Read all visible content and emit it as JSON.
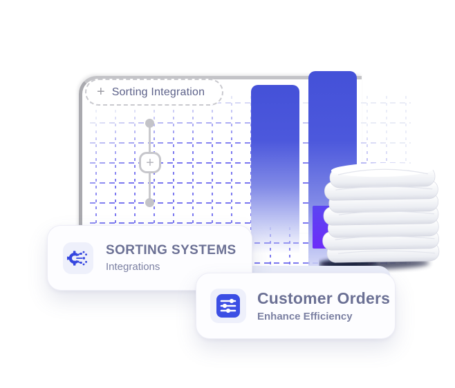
{
  "badge": {
    "plus_glyph": "+",
    "label": "Sorting Integration"
  },
  "timeline": {
    "plus_glyph": "+"
  },
  "cards": {
    "sorting": {
      "icon": "gear-circuit-icon",
      "title": "SORTING SYSTEMS",
      "subtitle": "Integrations"
    },
    "orders": {
      "icon": "sliders-icon",
      "title": "Customer Orders",
      "subtitle": "Enhance Efficiency"
    }
  },
  "illustration": {
    "stack_image": "folded-white-cloth-stack",
    "bar_color_top": "#4451d8",
    "accent_violet": "#6d2cf8",
    "grid_purple": "#5550ee",
    "icon_blue": "#3546df"
  }
}
